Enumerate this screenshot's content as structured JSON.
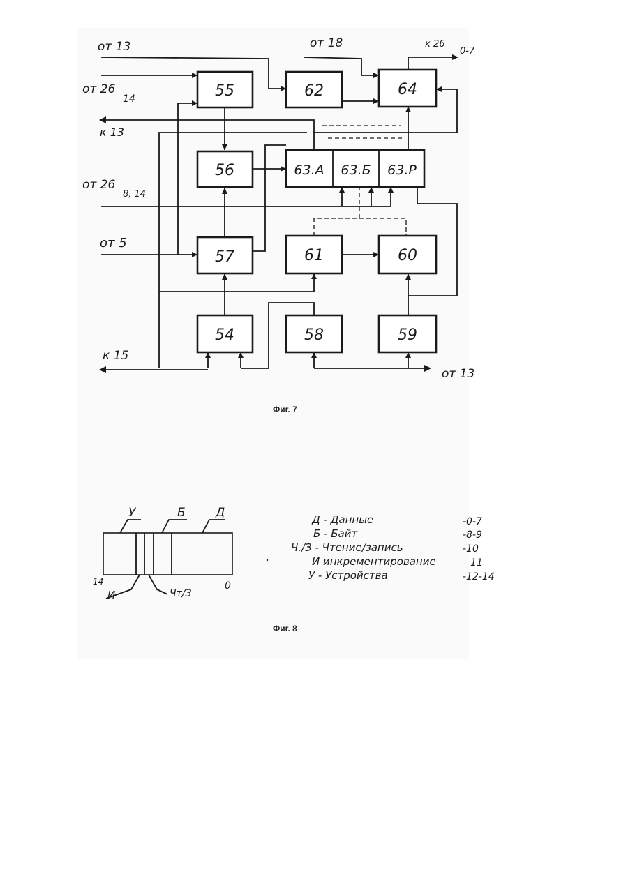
{
  "fig7": {
    "caption": "Фиг. 7",
    "blocks": {
      "b55": "55",
      "b62": "62",
      "b64": "64",
      "b56": "56",
      "b63a": "63.А",
      "b63b": "63.Б",
      "b63c": "63.Р",
      "b57": "57",
      "b61": "61",
      "b60": "60",
      "b54": "54",
      "b58": "58",
      "b59": "59"
    },
    "labels": {
      "ot13_top": "от 13",
      "ot18": "от 18",
      "k26": "к  26",
      "k26_sub": "0-7",
      "ot26": "от 26",
      "ot26_sub": "14",
      "k13": "к 13",
      "ot26b": "от 26",
      "ot26b_sub": "8, 14",
      "ot5": "от 5",
      "k15": "к 15",
      "ot13_bottom": "от 13"
    }
  },
  "fig8": {
    "caption": "Фиг. 8",
    "field_labels": {
      "U": "У",
      "B": "Б",
      "D": "Д",
      "I": "И",
      "ChZ": "Чт/З"
    },
    "bit_high": "14",
    "bit_low": "0",
    "legend": [
      {
        "text": "Д - Данные",
        "bits": "-0-7"
      },
      {
        "text": "Б - Байт",
        "bits": "-8-9"
      },
      {
        "text": "Ч./З - Чтение/запись",
        "bits": "-10"
      },
      {
        "text": "И  инкрементирование",
        "bits": "11"
      },
      {
        "text": "У - Устройства",
        "bits": "-12-14"
      }
    ]
  }
}
